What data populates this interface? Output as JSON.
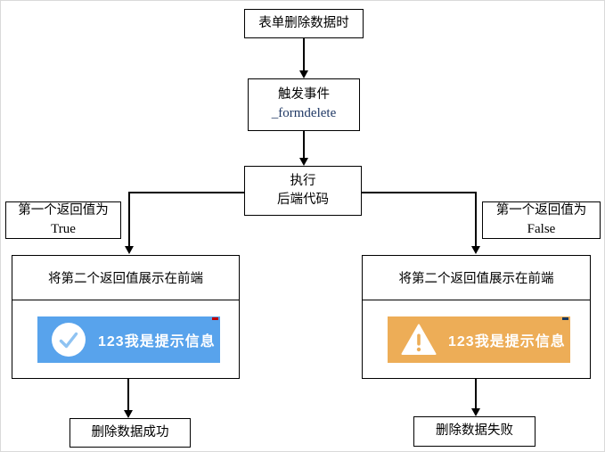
{
  "colors": {
    "success_toast": "#58A3EC",
    "warning_toast": "#EDAD57",
    "code_text": "#1F3864",
    "box_border": "#000000",
    "success_corner_mark": "#C00000",
    "warning_corner_mark": "#17375E"
  },
  "nodes": {
    "start": {
      "label": "表单删除数据时"
    },
    "trigger_event": {
      "line1": "触发事件",
      "line2": "_formdelete"
    },
    "exec_backend": {
      "line1": "执行",
      "line2": "后端代码"
    },
    "branch_true": {
      "line1": "第一个返回值为",
      "line2": "True"
    },
    "branch_false": {
      "line1": "第一个返回值为",
      "line2": "False"
    },
    "show_left": {
      "title": "将第二个返回值展示在前端"
    },
    "show_right": {
      "title": "将第二个返回值展示在前端"
    },
    "toast_success": {
      "message": "123我是提示信息",
      "icon": "check-circle-icon"
    },
    "toast_warning": {
      "message": "123我是提示信息",
      "icon": "warning-triangle-icon"
    },
    "end_success": {
      "label": "删除数据成功"
    },
    "end_fail": {
      "label": "删除数据失败"
    }
  }
}
